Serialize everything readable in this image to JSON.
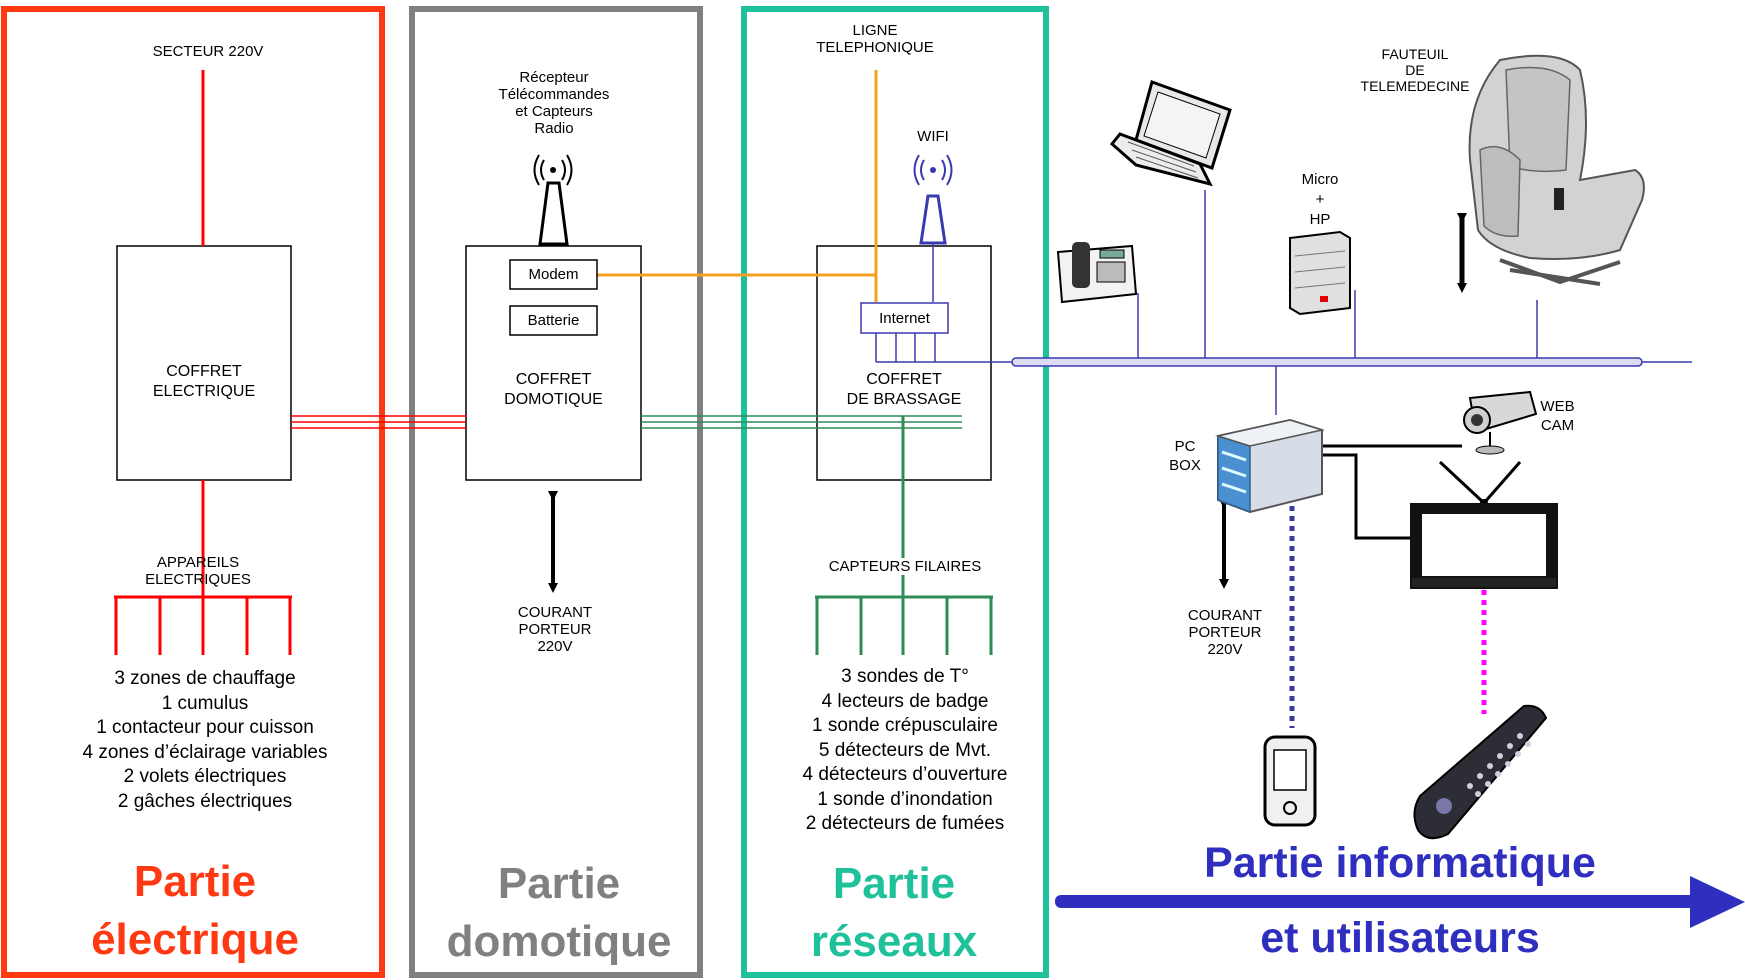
{
  "colors": {
    "electrical": "#ff3a12",
    "domotic": "#808080",
    "network": "#1ec19a",
    "it": "#2f2fbf",
    "phone_line": "#f4a020",
    "wired_sensors": "#2e8b57",
    "remote_link": "#ff00ff",
    "bus": "#3a3ab0"
  },
  "electrical": {
    "section_line1": "Partie",
    "section_line2": "électrique",
    "mains": "SECTEUR 220V",
    "cabinet_line1": "COFFRET",
    "cabinet_line2": "ELECTRIQUE",
    "devices_line1": "APPAREILS",
    "devices_line2": "ELECTRIQUES",
    "items": [
      "3 zones de chauffage",
      "1 cumulus",
      "1 contacteur pour cuisson",
      "4 zones d’éclairage variables",
      "2 volets électriques",
      "2 gâches électriques"
    ]
  },
  "domotic": {
    "section_line1": "Partie",
    "section_line2": "domotique",
    "receiver_lines": [
      "Récepteur",
      "Télécommandes",
      "et Capteurs",
      "Radio"
    ],
    "modem": "Modem",
    "battery": "Batterie",
    "cabinet_line1": "COFFRET",
    "cabinet_line2": "DOMOTIQUE",
    "powerline_lines": [
      "COURANT",
      "PORTEUR",
      "220V"
    ]
  },
  "network": {
    "section_line1": "Partie",
    "section_line2": "réseaux",
    "phone_line1": "LIGNE",
    "phone_line2": "TELEPHONIQUE",
    "wifi": "WIFI",
    "internet": "Internet",
    "cabinet_line1": "COFFRET",
    "cabinet_line2": "DE BRASSAGE",
    "sensors_title": "CAPTEURS FILAIRES",
    "items": [
      "3 sondes de T°",
      "4 lecteurs de badge",
      "1 sonde crépusculaire",
      "5 détecteurs de Mvt.",
      "4 détecteurs d’ouverture",
      "1 sonde d’inondation",
      "2 détecteurs de fumées"
    ]
  },
  "it": {
    "section_line1": "Partie informatique",
    "section_line2": "et utilisateurs",
    "chair_lines": [
      "FAUTEUIL",
      "DE",
      "TELEMEDECINE"
    ],
    "micro_lines": [
      "Micro",
      "+",
      "HP"
    ],
    "webcam_lines": [
      "WEB",
      "CAM"
    ],
    "pcbox_lines": [
      "PC",
      "BOX"
    ],
    "powerline_lines": [
      "COURANT",
      "PORTEUR",
      "220V"
    ],
    "icons": [
      "laptop-icon",
      "telephone-icon",
      "speaker-box-icon",
      "telemedicine-chair-icon",
      "webcam-icon",
      "pc-box-icon",
      "television-icon",
      "pda-icon",
      "remote-control-icon",
      "antenna-icon",
      "wifi-antenna-icon",
      "double-arrow-icon"
    ]
  }
}
